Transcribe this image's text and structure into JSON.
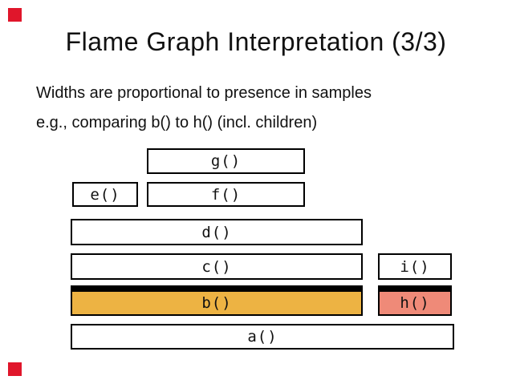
{
  "slide": {
    "title": "Flame Graph Interpretation (3/3)",
    "body_lines": [
      "Widths are proportional to presence in samples",
      "e.g., comparing b() to h() (incl. children)"
    ]
  },
  "colors": {
    "background": "#ffffff",
    "corner_marker_red": "#e0162b",
    "frame_border": "#000000",
    "highlight_bar": "#000000",
    "frame_b_orange": "#edb343",
    "frame_h_salmon": "#ef8a78",
    "text": "#111111"
  },
  "flame": {
    "type": "flame-graph-diagram",
    "note": "stack frames; width proportional to presence in samples; b() and h() are highlighted with black top bars",
    "frames": [
      {
        "label": "g()",
        "depth": 5,
        "fill": "white",
        "highlighted": false
      },
      {
        "label": "e()",
        "depth": 4,
        "fill": "white",
        "highlighted": false
      },
      {
        "label": "f()",
        "depth": 4,
        "fill": "white",
        "highlighted": false
      },
      {
        "label": "d()",
        "depth": 3,
        "fill": "white",
        "highlighted": false
      },
      {
        "label": "c()",
        "depth": 2,
        "fill": "white",
        "highlighted": false
      },
      {
        "label": "i()",
        "depth": 2,
        "fill": "white",
        "highlighted": false
      },
      {
        "label": "b()",
        "depth": 1,
        "fill": "orange",
        "highlighted": true
      },
      {
        "label": "h()",
        "depth": 1,
        "fill": "salmon",
        "highlighted": true
      },
      {
        "label": "a()",
        "depth": 0,
        "fill": "white",
        "highlighted": false
      }
    ]
  }
}
